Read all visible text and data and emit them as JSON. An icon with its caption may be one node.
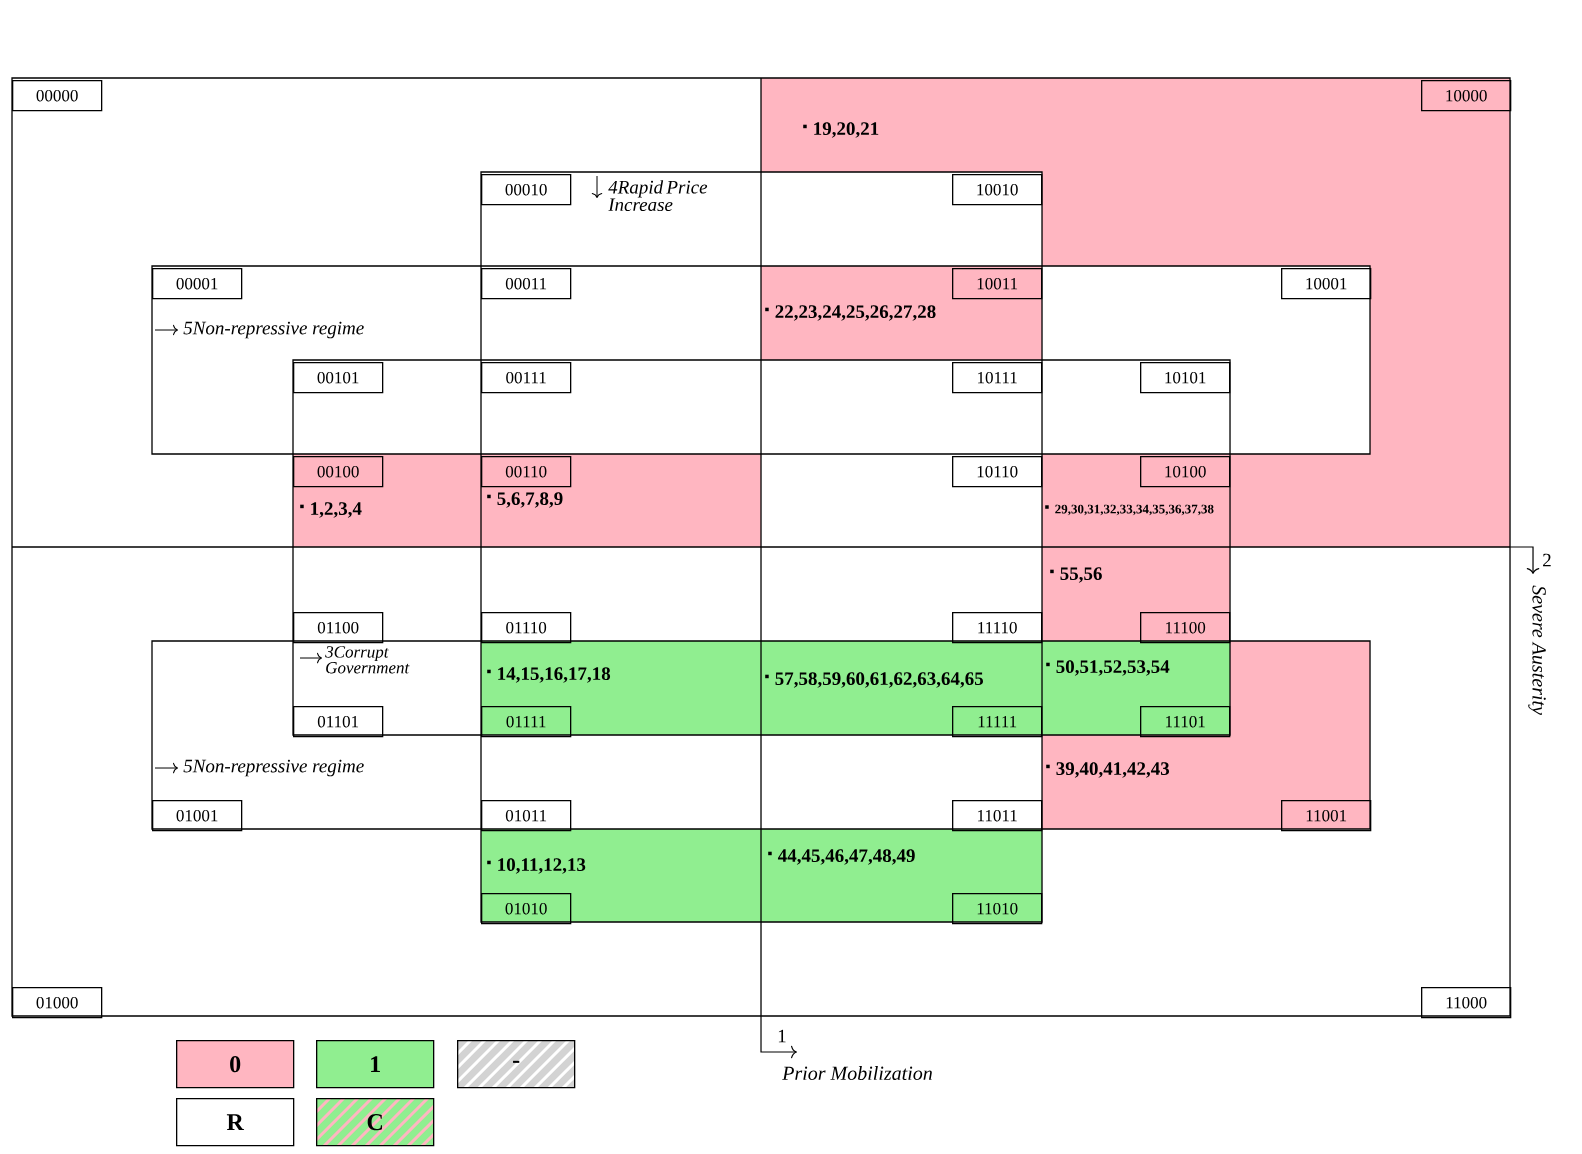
{
  "diagram": {
    "nodes": [
      {
        "text": [
          "00000"
        ]
      },
      {
        "text": [
          "10000"
        ]
      },
      {
        "text": [
          "00010"
        ]
      },
      {
        "text": [
          "10010"
        ]
      },
      {
        "text": [
          "00001"
        ]
      },
      {
        "text": [
          "00011"
        ]
      },
      {
        "text": [
          "10011"
        ]
      },
      {
        "text": [
          "10001"
        ]
      },
      {
        "text": [
          "00101"
        ]
      },
      {
        "text": [
          "00111"
        ]
      },
      {
        "text": [
          "10111"
        ]
      },
      {
        "text": [
          "10101"
        ]
      },
      {
        "text": [
          "00100"
        ]
      },
      {
        "text": [
          "00110"
        ]
      },
      {
        "text": [
          "10110"
        ]
      },
      {
        "text": [
          "10100"
        ]
      },
      {
        "text": [
          "01100"
        ]
      },
      {
        "text": [
          "01110"
        ]
      },
      {
        "text": [
          "11110"
        ]
      },
      {
        "text": [
          "11100"
        ]
      },
      {
        "text": [
          "01101"
        ]
      },
      {
        "text": [
          "01111"
        ]
      },
      {
        "text": [
          "11111"
        ]
      },
      {
        "text": [
          "11101"
        ]
      },
      {
        "text": [
          "01001"
        ]
      },
      {
        "text": [
          "01011"
        ]
      },
      {
        "text": [
          "11011"
        ]
      },
      {
        "text": [
          "11001"
        ]
      },
      {
        "text": [
          "01010"
        ]
      },
      {
        "text": [
          "11010"
        ]
      },
      {
        "text": [
          "01000"
        ]
      },
      {
        "text": [
          "11000"
        ]
      }
    ],
    "labels": [
      "19,20,21",
      "4Rapid Price Increase",
      "22,23,24,25,26,27,28",
      "5Non-repressive regime",
      "1,2,3,4",
      "5,6,7,8,9",
      "29,30,31,32,33,34,35,36,37,38",
      "2",
      "Severe Austerity",
      "55,56",
      "3Corrupt Government",
      "14,15,16,17,18",
      "5Non-repressive regime",
      "57,58,59,60,61,62,63,64,65",
      "50,51,52,53,54",
      "39,40,41,42,43",
      "44,45,46,47,48,49",
      "10,11,12,13",
      "1",
      "Prior Mobilization"
    ],
    "legend": [
      {
        "text": "0",
        "color": "#ffb6c1"
      },
      {
        "text": "1",
        "color": "#90ee90"
      },
      {
        "text": "-"
      },
      {
        "text": "R"
      },
      {
        "text": "C"
      }
    ]
  }
}
